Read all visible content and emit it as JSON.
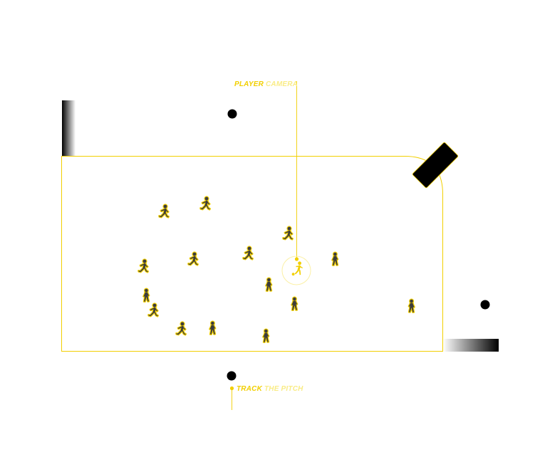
{
  "callouts": {
    "player_camera": {
      "strong": "PLAYER",
      "light": " CAMERA"
    },
    "track_pitch": {
      "strong": "TRACK",
      "light": " THE PITCH"
    }
  },
  "colors": {
    "accent": "#f2cf00",
    "accent_light": "#f9ec86",
    "dark": "#000000",
    "background": "#ffffff"
  },
  "icons": {
    "player": "running-player-icon",
    "ball_player": "player-with-ball-icon",
    "camera": "camera-icon",
    "tracking_node": "tracking-node-icon"
  }
}
